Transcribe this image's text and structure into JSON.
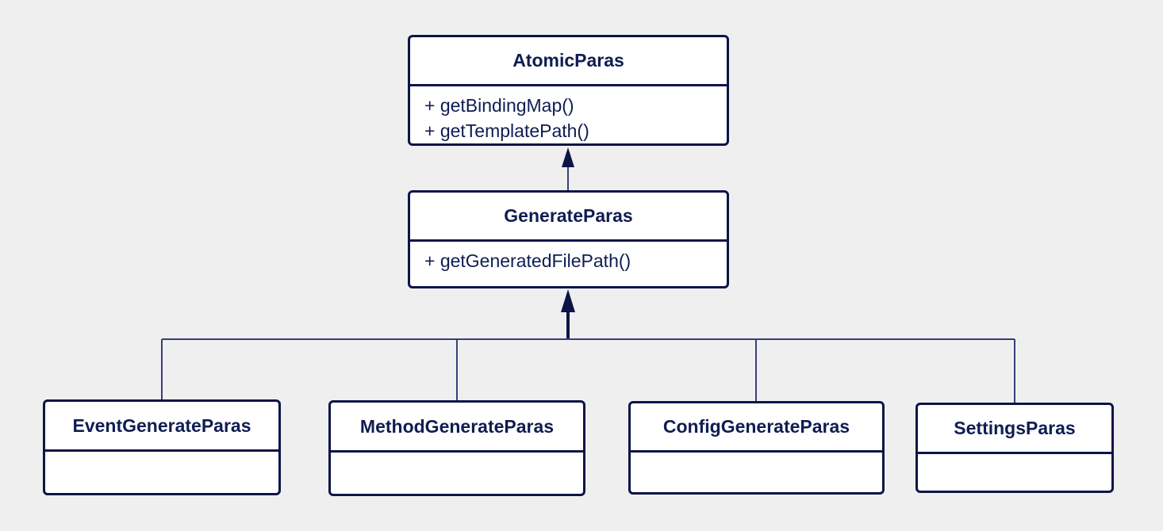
{
  "classes": {
    "atomic": {
      "name": "AtomicParas",
      "methods": [
        "+ getBindingMap()",
        "+ getTemplatePath()"
      ]
    },
    "generate": {
      "name": "GenerateParas",
      "methods": [
        "+ getGeneratedFilePath()"
      ]
    },
    "event": {
      "name": "EventGenerateParas",
      "methods": []
    },
    "method": {
      "name": "MethodGenerateParas",
      "methods": []
    },
    "config": {
      "name": "ConfigGenerateParas",
      "methods": []
    },
    "settings": {
      "name": "SettingsParas",
      "methods": []
    }
  },
  "relations": [
    {
      "type": "inheritance",
      "from": "generate",
      "to": "atomic"
    },
    {
      "type": "inheritance",
      "from": "event",
      "to": "generate"
    },
    {
      "type": "inheritance",
      "from": "method",
      "to": "generate"
    },
    {
      "type": "inheritance",
      "from": "config",
      "to": "generate"
    },
    {
      "type": "inheritance",
      "from": "settings",
      "to": "generate"
    }
  ],
  "colors": {
    "line": "#0d1547",
    "connector": "#3a3f7a",
    "box_fill": "#ffffff",
    "background": "#efefef"
  }
}
